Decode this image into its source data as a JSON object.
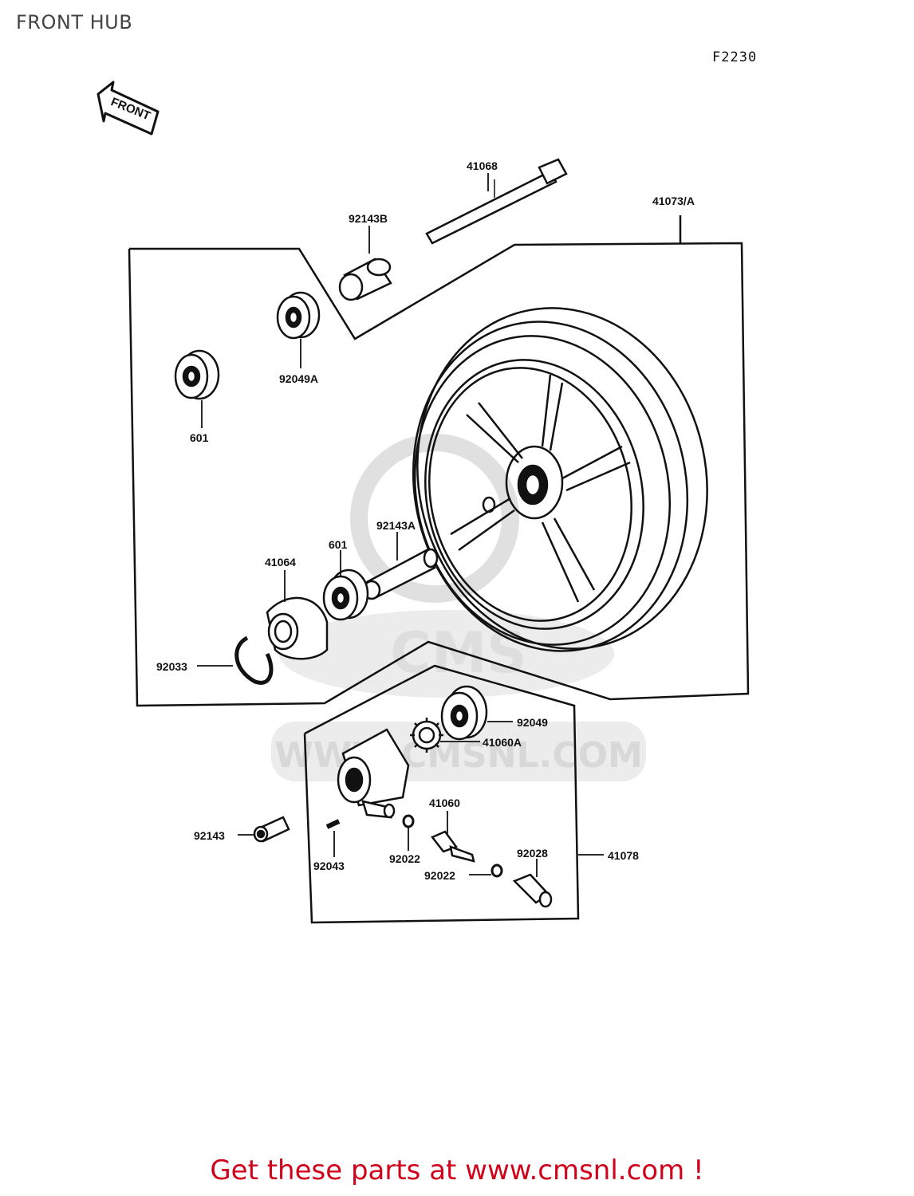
{
  "header": {
    "title": "FRONT HUB",
    "figure_code": "F2230"
  },
  "front_arrow": {
    "text": "FRONT"
  },
  "watermark": {
    "text": "WWW.CMSNL.COM",
    "logo": "CMS"
  },
  "parts": {
    "axle": "41068",
    "collar_b": "92143B",
    "wheel_assy": "41073/A",
    "bearing_a": "92049A",
    "bearing_left": "601",
    "collar_a": "92143A",
    "bearing_mid": "601",
    "hub_cover": "41064",
    "circlip": "92033",
    "bearing": "92049",
    "gear": "41060A",
    "collar": "92143",
    "pin": "92043",
    "washer_1": "92022",
    "pinion": "41060",
    "washer_2": "92022",
    "cap": "92028",
    "gear_housing_assy": "41078"
  },
  "footer": {
    "cta": "Get these parts at www.cmsnl.com !"
  },
  "colors": {
    "line": "#111111",
    "cta": "#d0021b",
    "watermark": "#e6e6e6"
  }
}
